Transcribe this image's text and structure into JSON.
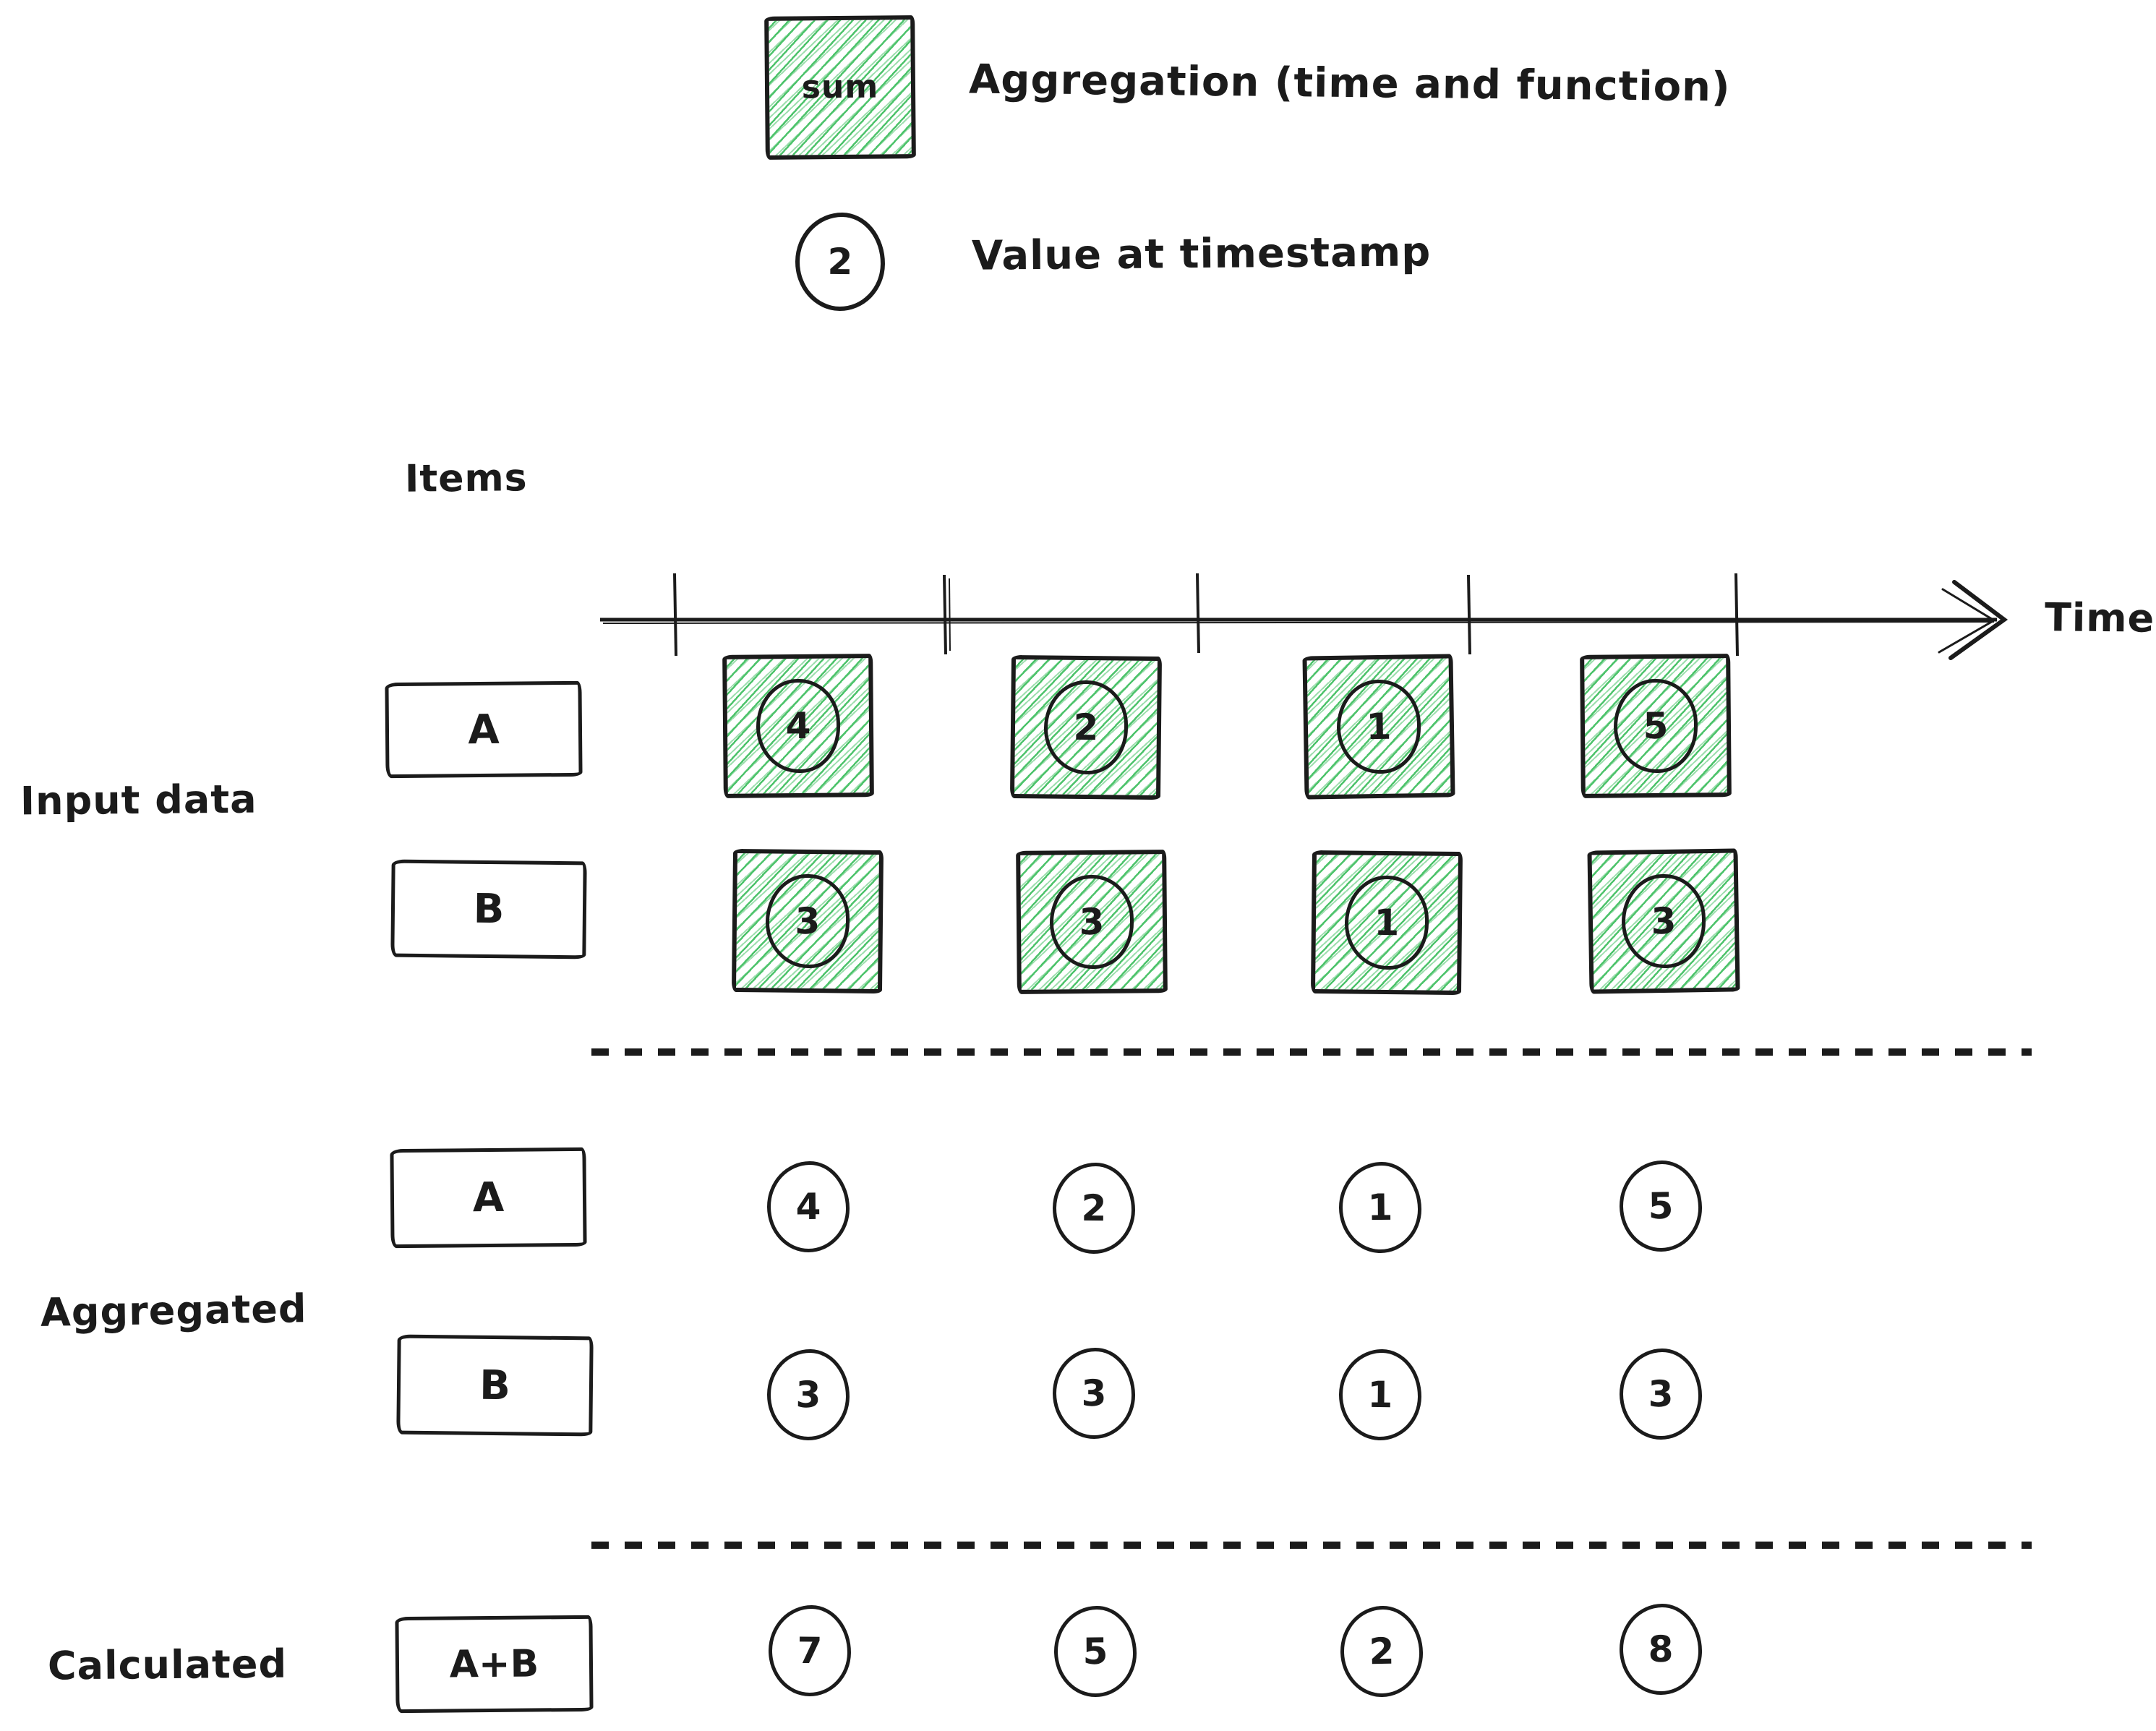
{
  "legend": {
    "sum_label": "sum",
    "aggregation_label": "Aggregation (time and function)",
    "value_circle": "2",
    "value_label": "Value at timestamp"
  },
  "axis": {
    "items_label": "Items",
    "time_label": "Time"
  },
  "sections": {
    "input": {
      "label": "Input data",
      "rows": [
        {
          "item": "A",
          "values": [
            "4",
            "2",
            "1",
            "5"
          ]
        },
        {
          "item": "B",
          "values": [
            "3",
            "3",
            "1",
            "3"
          ]
        }
      ]
    },
    "aggregated": {
      "label": "Aggregated",
      "rows": [
        {
          "item": "A",
          "values": [
            "4",
            "2",
            "1",
            "5"
          ]
        },
        {
          "item": "B",
          "values": [
            "3",
            "3",
            "1",
            "3"
          ]
        }
      ]
    },
    "calculated": {
      "label": "Calculated",
      "rows": [
        {
          "item": "A+B",
          "values": [
            "7",
            "5",
            "2",
            "8"
          ]
        }
      ]
    }
  },
  "colors": {
    "hatch_green": "#4dc36b",
    "ink": "#1b1b1b"
  }
}
